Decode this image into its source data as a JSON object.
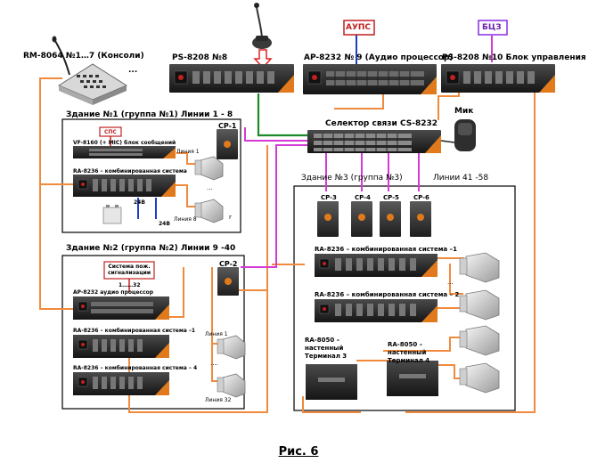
{
  "caption": "Рис. 6",
  "top": {
    "rm_label": "RM-8064 №1…7 (Консоли)",
    "rm_dots": "...",
    "ps8_label": "PS-8208 №8",
    "ap_label": "AP-8232 № 9 (Аудио процессор)",
    "aups_label": "АУПС",
    "ps10_label": "PS-8208 №10  Блок управления",
    "bcz_label": "БЦЗ",
    "selector_label": "Селектор связи CS-8232",
    "mic_label": "Мик"
  },
  "building1": {
    "title": "Здание №1 (группа №1) Линии 1 - 8",
    "cp": "CP-1",
    "sps": "СПС",
    "vf": "VF-8160 (+ MIC) блок сообщений",
    "ra": "RA-8236 – комбинированная система",
    "line1": "Линия 1",
    "line8": "Линия 8",
    "v24a": "24В",
    "v24b": "24В",
    "dots": "...",
    "r": "r"
  },
  "building2": {
    "title": "Здание №2 (группа №2) Линии 9 -40",
    "cp": "CP-2",
    "fire_label": "Система пож. сигнализации",
    "fire_range": "1……32",
    "ap": "AP-8232 аудио процессор",
    "ra1": "RA-8236 – комбинированная система –1",
    "ra4": "RA-8236 – комбинированная система – 4",
    "line1": "Линия 1",
    "line32": "Линия 32",
    "dots": "...."
  },
  "building3": {
    "title": "Здание №3 (группа №3)",
    "lines": "Линии 41 -58",
    "cps": [
      "CP-3",
      "CP-4",
      "CP-5",
      "CP-6"
    ],
    "ra1": "RA-8236 – комбинированная система –1",
    "ra2": "RA-8236 – комбинированная система – 2",
    "ra8050a": "RA-8050 – настенный Терминал 3",
    "ra8050b": "RA-8050 – настенный Терминал 4",
    "dots": "..."
  }
}
